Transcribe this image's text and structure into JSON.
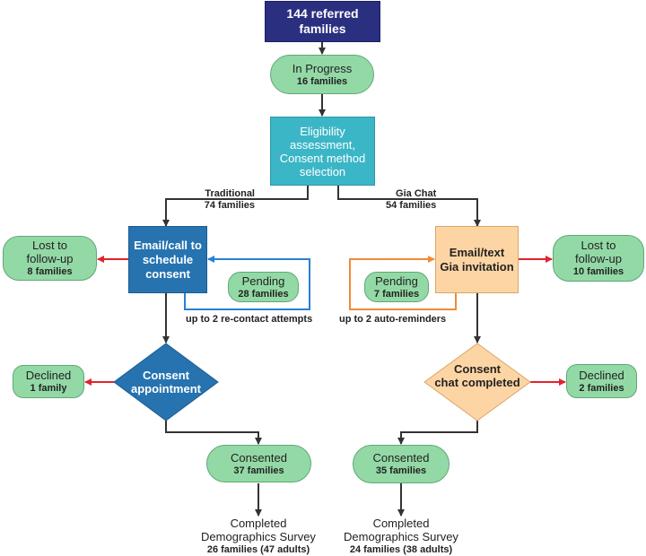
{
  "nodes": {
    "referred": {
      "title": "144 referred families"
    },
    "in_progress": {
      "title": "In Progress",
      "count": "16 families"
    },
    "eligibility": {
      "line_a": "Eligibility",
      "line_b": "assessment,",
      "line_c": "Consent method",
      "line_d": "selection"
    },
    "email_call": {
      "line_a": "Email/call to",
      "line_b": "schedule",
      "line_c": "consent"
    },
    "email_text": {
      "line_a": "Email/text",
      "line_b": "Gia invitation"
    },
    "lost_left": {
      "line_a": "Lost to",
      "line_b": "follow-up",
      "count": "8 families"
    },
    "lost_right": {
      "line_a": "Lost to",
      "line_b": "follow-up",
      "count": "10 families"
    },
    "pending_left": {
      "title": "Pending",
      "count": "28 families"
    },
    "pending_right": {
      "title": "Pending",
      "count": "7 families"
    },
    "consent_appt": {
      "line_a": "Consent",
      "line_b": "appointment"
    },
    "consent_chat": {
      "line_a": "Consent",
      "line_b": "chat completed"
    },
    "declined_left": {
      "title": "Declined",
      "count": "1 family"
    },
    "declined_right": {
      "title": "Declined",
      "count": "2 families"
    },
    "consented_left": {
      "title": "Consented",
      "count": "37 families"
    },
    "consented_right": {
      "title": "Consented",
      "count": "35 families"
    },
    "survey_left": {
      "line_a": "Completed",
      "line_b": "Demographics Survey",
      "count": "26 families (47 adults)"
    },
    "survey_right": {
      "line_a": "Completed",
      "line_b": "Demographics Survey",
      "count": "24 families (38 adults)"
    }
  },
  "edge_labels": {
    "traditional": {
      "name": "Traditional",
      "count": "74 families"
    },
    "gia_chat": {
      "name": "Gia Chat",
      "count": "54 families"
    },
    "recontact": "up to 2 re-contact attempts",
    "reminders": "up to 2 auto-reminders"
  },
  "colors": {
    "navy": "#2b2f80",
    "teal": "#3bb6c7",
    "blue": "#2673b0",
    "peach": "#fdd5a4",
    "green": "#93d9a6",
    "red_arrow": "#e0242b",
    "blue_loop": "#2a7fd4",
    "orange_loop": "#f08a35",
    "connector": "#333333"
  }
}
